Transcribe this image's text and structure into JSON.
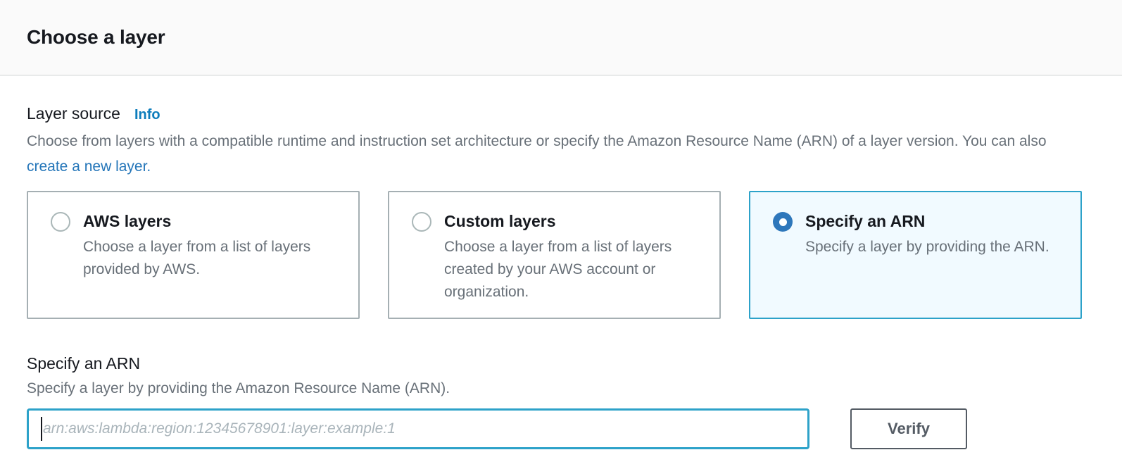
{
  "header": {
    "title": "Choose a layer"
  },
  "layer_source": {
    "label": "Layer source",
    "info_link": "Info",
    "description_text": "Choose from layers with a compatible runtime and instruction set architecture or specify the Amazon Resource Name (ARN) of a layer version. You can also ",
    "description_link": "create a new layer.",
    "selected_option": "Specify an ARN",
    "options": [
      {
        "title": "AWS layers",
        "description": "Choose a layer from a list of layers provided by AWS.",
        "selected": false
      },
      {
        "title": "Custom layers",
        "description": "Choose a layer from a list of layers created by your AWS account or organization.",
        "selected": false
      },
      {
        "title": "Specify an ARN",
        "description": "Specify a layer by providing the ARN.",
        "selected": true
      }
    ]
  },
  "arn_section": {
    "title": "Specify an ARN",
    "description": "Specify a layer by providing the Amazon Resource Name (ARN).",
    "input_value": "",
    "input_placeholder": "arn:aws:lambda:region:12345678901:layer:example:1",
    "verify_button": "Verify"
  },
  "colors": {
    "link_blue": "#0d7dbc",
    "radio_selected_blue": "#2e77bb",
    "focus_border_teal": "#2da2c9",
    "selected_card_background": "#f1faff",
    "text_primary": "#16191f",
    "text_secondary": "#687078"
  }
}
